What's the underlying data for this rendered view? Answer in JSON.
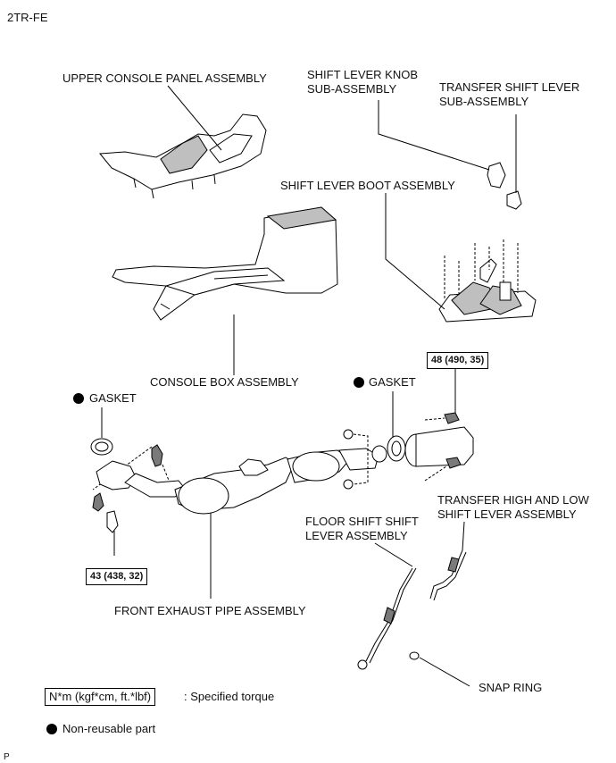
{
  "engine_code": "2TR-FE",
  "labels": {
    "upper_console_panel": "UPPER CONSOLE PANEL ASSEMBLY",
    "shift_knob_line1": "SHIFT LEVER KNOB",
    "shift_knob_line2": "SUB-ASSEMBLY",
    "transfer_lever_line1": "TRANSFER SHIFT LEVER",
    "transfer_lever_line2": "SUB-ASSEMBLY",
    "shift_boot": "SHIFT LEVER BOOT ASSEMBLY",
    "console_box": "CONSOLE BOX ASSEMBLY",
    "gasket_left": "GASKET",
    "gasket_right": "GASKET",
    "transfer_hl_line1": "TRANSFER HIGH AND LOW",
    "transfer_hl_line2": "SHIFT LEVER ASSEMBLY",
    "floor_shift_line1": "FLOOR SHIFT SHIFT",
    "floor_shift_line2": "LEVER ASSEMBLY",
    "front_exhaust": "FRONT EXHAUST PIPE ASSEMBLY",
    "snap_ring": "SNAP RING"
  },
  "torques": {
    "right": "48 (490, 35)",
    "left": "43 (438, 32)"
  },
  "legend": {
    "torque_box": "N*m (kgf*cm, ft.*lbf)",
    "torque_text": ": Specified torque",
    "nonreusable_text": "Non-reusable part"
  },
  "footer_code": "P"
}
